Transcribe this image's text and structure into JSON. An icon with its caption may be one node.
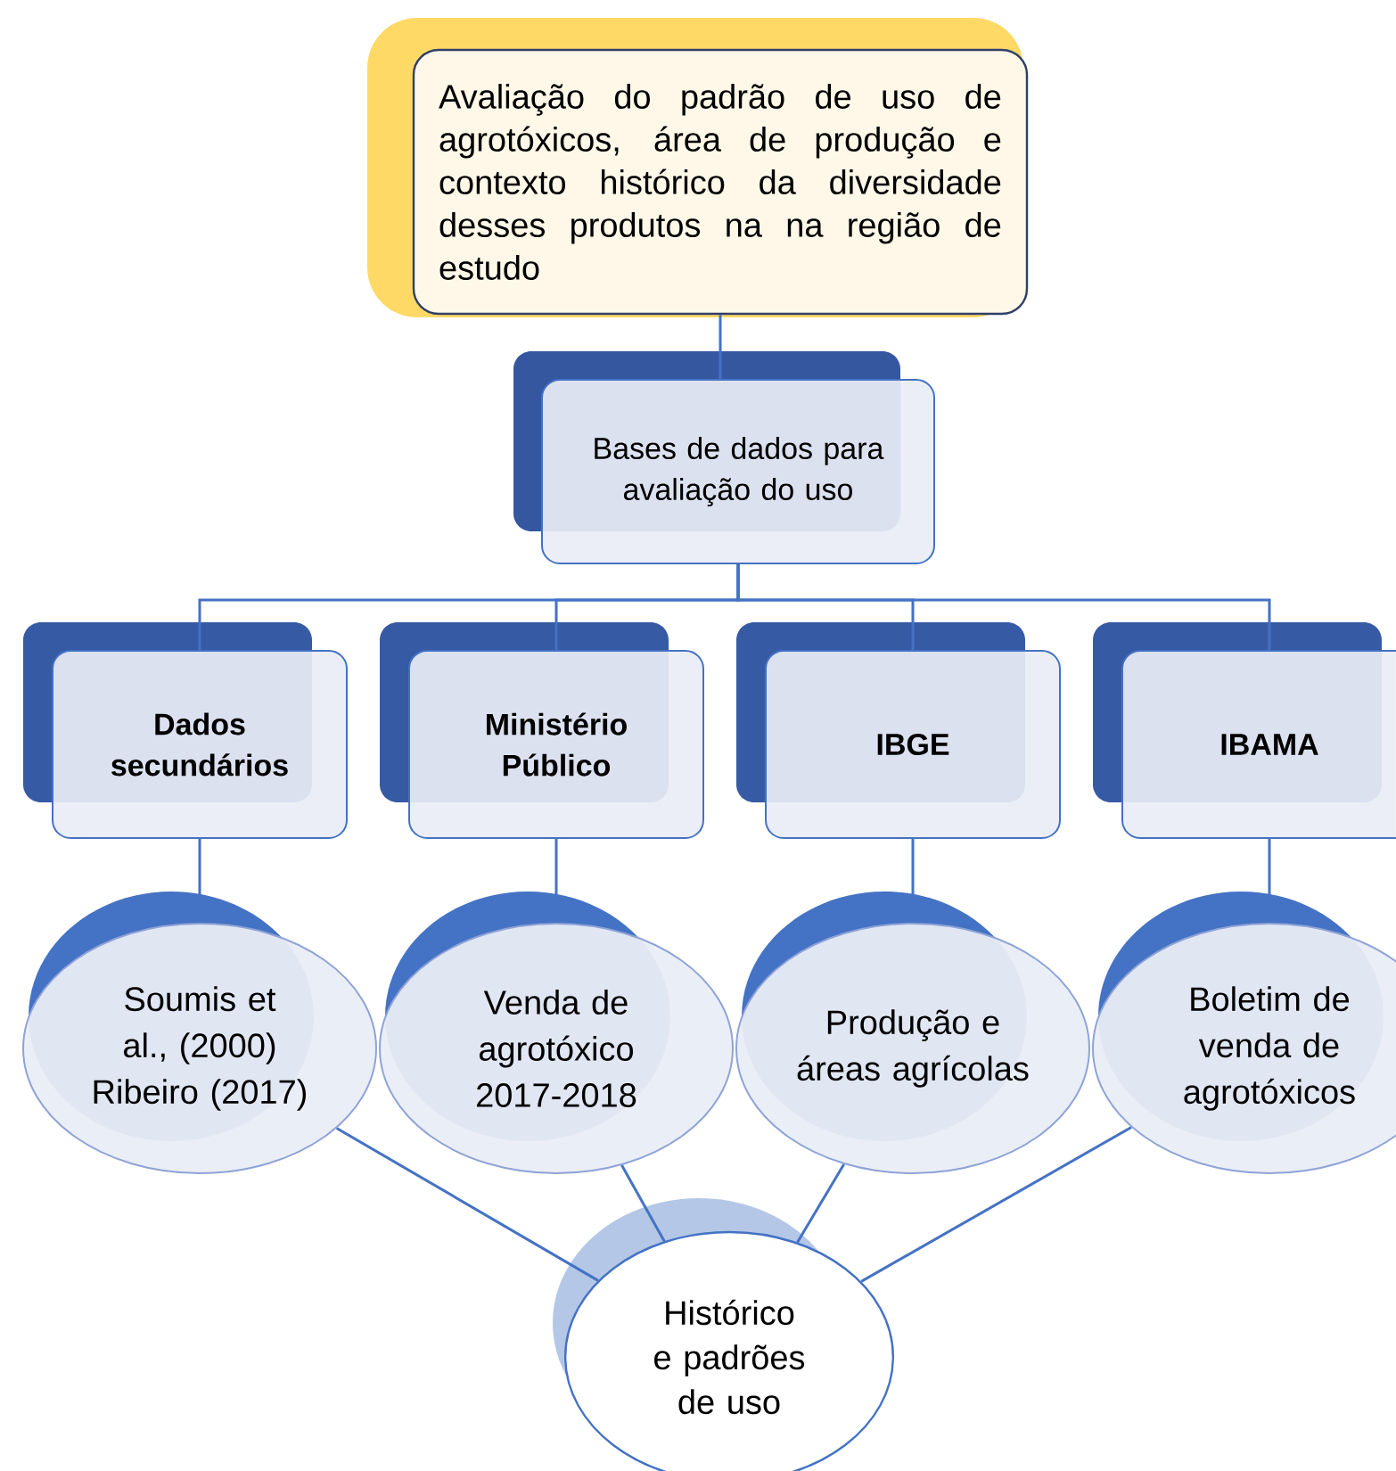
{
  "diagram": {
    "nodes": [
      {
        "text": [
          "Avaliação do padrão de uso de agrotóxicos, área de produção e contexto histórico da diversidade desses produtos na  na região de estudo"
        ]
      },
      {
        "text": [
          "Bases de dados para avaliação do uso"
        ]
      },
      {
        "text": [
          "Dados secundários"
        ]
      },
      {
        "text": [
          "Ministério Público"
        ]
      },
      {
        "text": [
          "IBGE"
        ]
      },
      {
        "text": [
          "IBAMA"
        ]
      },
      {
        "text": [
          "Soumis et al., (2000) Ribeiro (2017)"
        ]
      },
      {
        "text": [
          "Venda de agrotóxico 2017-2018"
        ]
      },
      {
        "text": [
          "Produção e áreas agrícolas"
        ]
      },
      {
        "text": [
          "Boletim de venda de agrotóxicos"
        ]
      },
      {
        "text": [
          "Histórico e padrões de uso"
        ]
      }
    ],
    "edges": [
      {
        "from": 0,
        "to": 1,
        "arrow": "none"
      },
      {
        "from": 1,
        "to": 2,
        "arrow": "none"
      },
      {
        "from": 1,
        "to": 3,
        "arrow": "none"
      },
      {
        "from": 1,
        "to": 4,
        "arrow": "none"
      },
      {
        "from": 1,
        "to": 5,
        "arrow": "none"
      },
      {
        "from": 2,
        "to": 6,
        "arrow": "none"
      },
      {
        "from": 3,
        "to": 7,
        "arrow": "none"
      },
      {
        "from": 4,
        "to": 8,
        "arrow": "none"
      },
      {
        "from": 5,
        "to": 9,
        "arrow": "none"
      },
      {
        "from": 6,
        "to": 10,
        "arrow": "none"
      },
      {
        "from": 7,
        "to": 10,
        "arrow": "none"
      },
      {
        "from": 8,
        "to": 10,
        "arrow": "none"
      },
      {
        "from": 9,
        "to": 10,
        "arrow": "none"
      }
    ]
  }
}
